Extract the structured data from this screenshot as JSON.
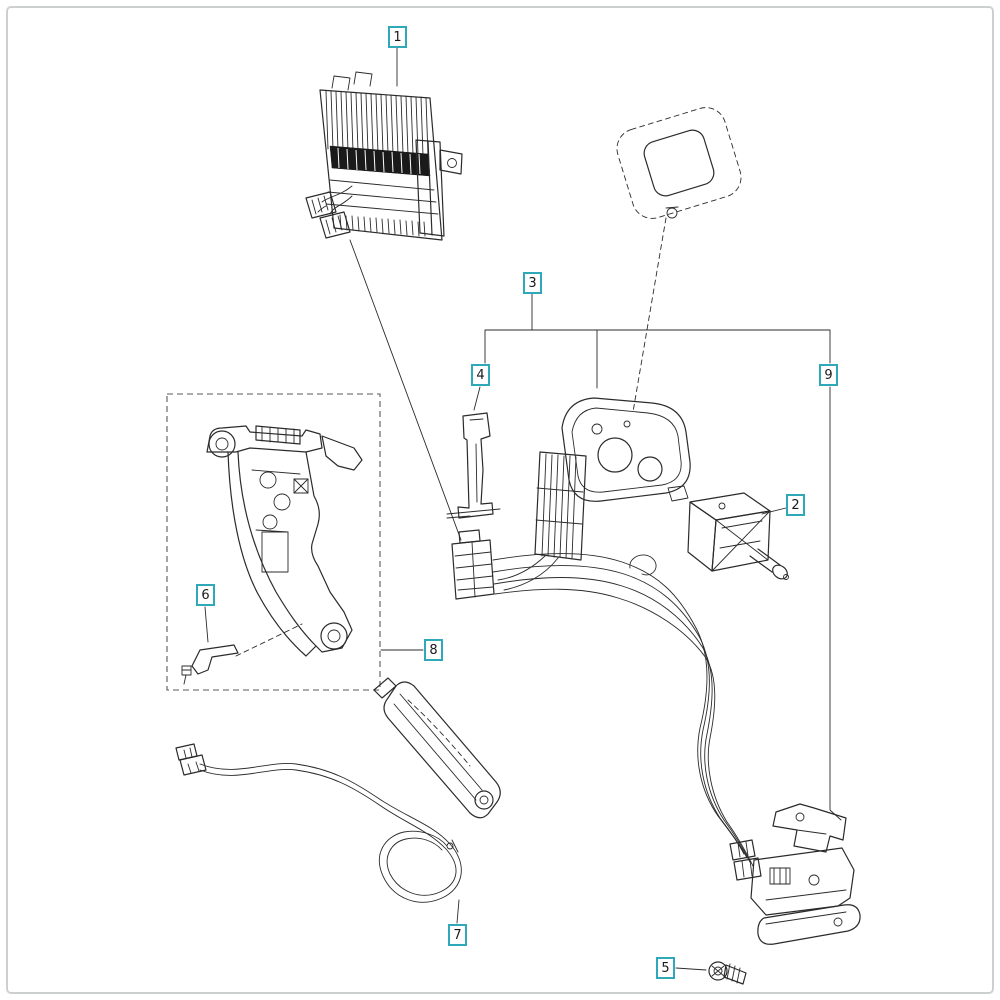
{
  "diagram": {
    "type": "exploded-parts-diagram",
    "colors": {
      "line": "#2b2b2b",
      "frame": "#cdd0d1",
      "callout_border": "#2fa8ba",
      "callout_text": "#1a1a1a",
      "background": "#ffffff"
    },
    "callouts": [
      {
        "number": "1"
      },
      {
        "number": "2"
      },
      {
        "number": "3"
      },
      {
        "number": "4"
      },
      {
        "number": "5"
      },
      {
        "number": "6"
      },
      {
        "number": "7"
      },
      {
        "number": "8"
      },
      {
        "number": "9"
      }
    ]
  }
}
